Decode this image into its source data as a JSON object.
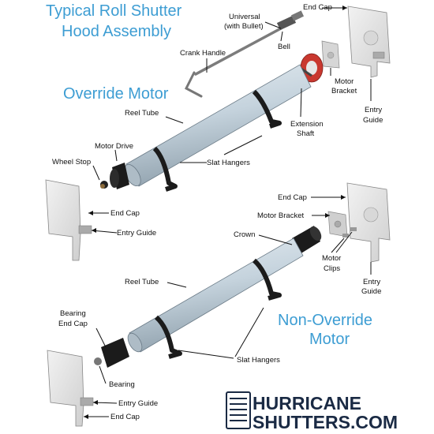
{
  "title_line1": "Typical Roll Shutter",
  "title_line2": "Hood Assembly",
  "override_heading": "Override Motor",
  "non_override_heading_line1": "Non-Override",
  "non_override_heading_line2": "Motor",
  "labels": {
    "universal_line1": "Universal",
    "universal_line2": "(with Bullet)",
    "end_cap_top": "End Cap",
    "bell": "Bell",
    "crank_handle": "Crank Handle",
    "motor_bracket_top_line1": "Motor",
    "motor_bracket_top_line2": "Bracket",
    "entry_guide_top_line1": "Entry",
    "entry_guide_top_line2": "Guide",
    "reel_tube_top": "Reel Tube",
    "extension_shaft_line1": "Extension",
    "extension_shaft_line2": "Shaft",
    "motor_drive": "Motor Drive",
    "wheel_stop": "Wheel Stop",
    "slat_hangers_top": "Slat Hangers",
    "end_cap_left": "End Cap",
    "entry_guide_left": "Entry Guide",
    "end_cap_right2": "End Cap",
    "motor_bracket_right2": "Motor Bracket",
    "crown": "Crown",
    "motor_clips_line1": "Motor",
    "motor_clips_line2": "Clips",
    "entry_guide_right2_line1": "Entry",
    "entry_guide_right2_line2": "Guide",
    "reel_tube_bottom": "Reel Tube",
    "bearing_end_cap_line1": "Bearing",
    "bearing_end_cap_line2": "End Cap",
    "slat_hangers_bottom": "Slat Hangers",
    "bearing": "Bearing",
    "entry_guide_bottom": "Entry Guide",
    "end_cap_bottom": "End Cap"
  },
  "watermark_line1": "HURRICANE",
  "watermark_line2": "SHUTTERS.COM",
  "colors": {
    "heading": "#3d9dd3",
    "tube": "#c5d3dd",
    "plate": "#e3e3e3",
    "dark_part": "#1b1b1b",
    "watermark": "#1a2a44"
  }
}
